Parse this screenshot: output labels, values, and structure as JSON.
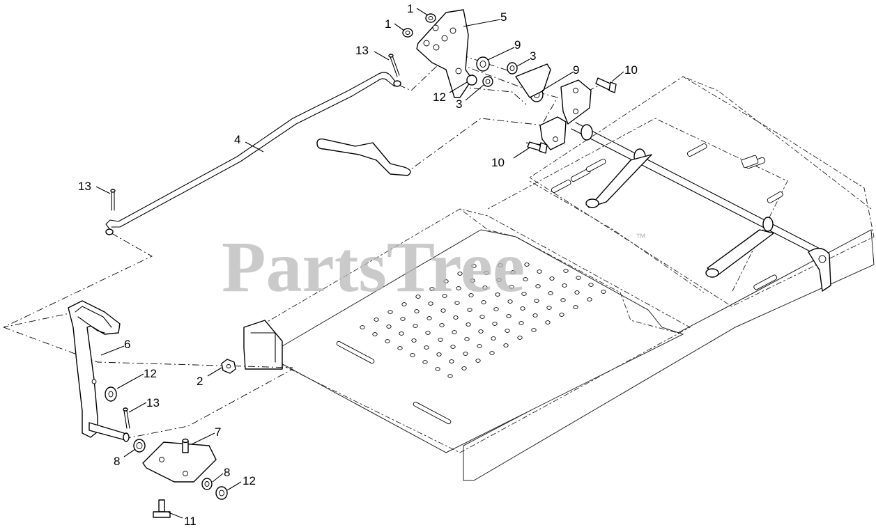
{
  "watermark": {
    "brand": "PartsTree",
    "trademark": "™"
  },
  "callouts": [
    {
      "id": "c1a",
      "label": "1"
    },
    {
      "id": "c1b",
      "label": "1"
    },
    {
      "id": "c2",
      "label": "2"
    },
    {
      "id": "c3a",
      "label": "3"
    },
    {
      "id": "c3b",
      "label": "3"
    },
    {
      "id": "c4",
      "label": "4"
    },
    {
      "id": "c5",
      "label": "5"
    },
    {
      "id": "c6",
      "label": "6"
    },
    {
      "id": "c7",
      "label": "7"
    },
    {
      "id": "c8a",
      "label": "8"
    },
    {
      "id": "c8b",
      "label": "8"
    },
    {
      "id": "c9a",
      "label": "9"
    },
    {
      "id": "c9b",
      "label": "9"
    },
    {
      "id": "c10a",
      "label": "10"
    },
    {
      "id": "c10b",
      "label": "10"
    },
    {
      "id": "c11",
      "label": "11"
    },
    {
      "id": "c12a",
      "label": "12"
    },
    {
      "id": "c12b",
      "label": "12"
    },
    {
      "id": "c12c",
      "label": "12"
    },
    {
      "id": "c13a",
      "label": "13"
    },
    {
      "id": "c13b",
      "label": "13"
    },
    {
      "id": "c13c",
      "label": "13"
    }
  ]
}
